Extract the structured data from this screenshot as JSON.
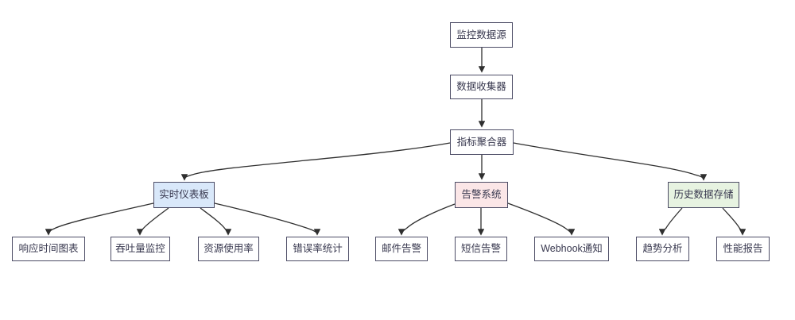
{
  "diagram": {
    "type": "flowchart",
    "direction": "top-down",
    "colors": {
      "background": "#ffffff",
      "node_border": "#4d4d66",
      "node_text": "#38384f",
      "edge": "#2f2f2f",
      "dashboard_fill": "#d9e8fa",
      "alert_fill": "#fbe6e7",
      "storage_fill": "#e7f3e1",
      "default_fill": "#ffffff"
    },
    "nodes": [
      {
        "id": "monitoring-data-source",
        "label": "监控数据源",
        "fill": "#ffffff"
      },
      {
        "id": "data-collector",
        "label": "数据收集器",
        "fill": "#ffffff"
      },
      {
        "id": "metrics-aggregator",
        "label": "指标聚合器",
        "fill": "#ffffff"
      },
      {
        "id": "realtime-dashboard",
        "label": "实时仪表板",
        "fill": "#d9e8fa"
      },
      {
        "id": "alert-system",
        "label": "告警系统",
        "fill": "#fbe6e7"
      },
      {
        "id": "history-data-storage",
        "label": "历史数据存储",
        "fill": "#e7f3e1"
      },
      {
        "id": "response-time-chart",
        "label": "响应时间图表",
        "fill": "#ffffff"
      },
      {
        "id": "throughput-monitor",
        "label": "吞吐量监控",
        "fill": "#ffffff"
      },
      {
        "id": "resource-usage",
        "label": "资源使用率",
        "fill": "#ffffff"
      },
      {
        "id": "error-rate-stats",
        "label": "错误率统计",
        "fill": "#ffffff"
      },
      {
        "id": "email-alert",
        "label": "邮件告警",
        "fill": "#ffffff"
      },
      {
        "id": "sms-alert",
        "label": "短信告警",
        "fill": "#ffffff"
      },
      {
        "id": "webhook-notify",
        "label": "Webhook通知",
        "fill": "#ffffff"
      },
      {
        "id": "trend-analysis",
        "label": "趋势分析",
        "fill": "#ffffff"
      },
      {
        "id": "performance-report",
        "label": "性能报告",
        "fill": "#ffffff"
      }
    ],
    "edges": [
      {
        "from": "monitoring-data-source",
        "to": "data-collector"
      },
      {
        "from": "data-collector",
        "to": "metrics-aggregator"
      },
      {
        "from": "metrics-aggregator",
        "to": "realtime-dashboard"
      },
      {
        "from": "metrics-aggregator",
        "to": "alert-system"
      },
      {
        "from": "metrics-aggregator",
        "to": "history-data-storage"
      },
      {
        "from": "realtime-dashboard",
        "to": "response-time-chart"
      },
      {
        "from": "realtime-dashboard",
        "to": "throughput-monitor"
      },
      {
        "from": "realtime-dashboard",
        "to": "resource-usage"
      },
      {
        "from": "realtime-dashboard",
        "to": "error-rate-stats"
      },
      {
        "from": "alert-system",
        "to": "email-alert"
      },
      {
        "from": "alert-system",
        "to": "sms-alert"
      },
      {
        "from": "alert-system",
        "to": "webhook-notify"
      },
      {
        "from": "history-data-storage",
        "to": "trend-analysis"
      },
      {
        "from": "history-data-storage",
        "to": "performance-report"
      }
    ]
  }
}
